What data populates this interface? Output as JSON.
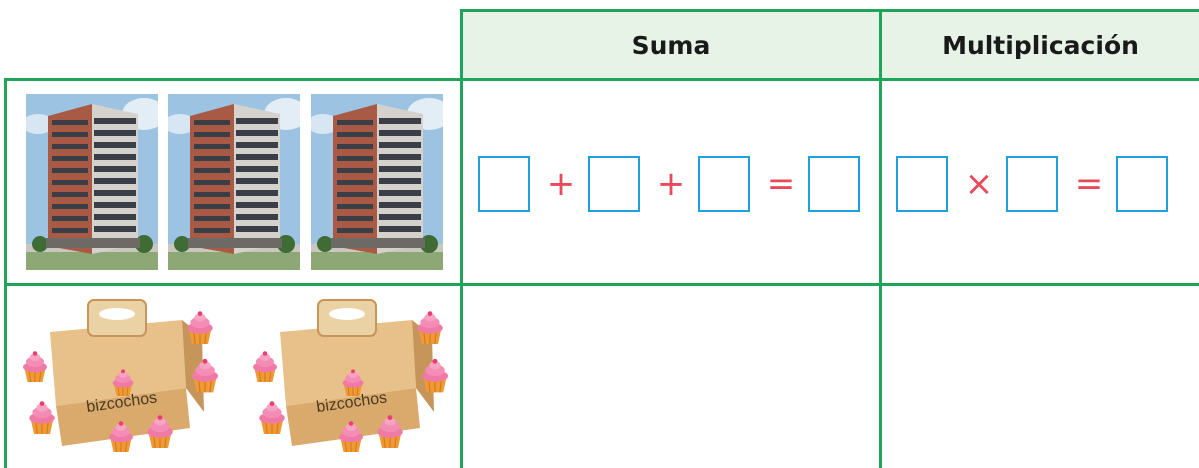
{
  "headers": {
    "suma": "Suma",
    "multiplicacion": "Multiplicación"
  },
  "row1": {
    "picture": "building",
    "picture_count": 3,
    "sum_operators": [
      "+",
      "+",
      "="
    ],
    "product_operators": [
      "×",
      "="
    ]
  },
  "row2": {
    "picture": "cupcake-box",
    "picture_count": 2,
    "box_label": "bizcochos"
  },
  "colors": {
    "grid": "#1fa55a",
    "header_bg": "#e6f3e6",
    "answer_box": "#1fa0d8",
    "operator": "#e84a5a"
  }
}
